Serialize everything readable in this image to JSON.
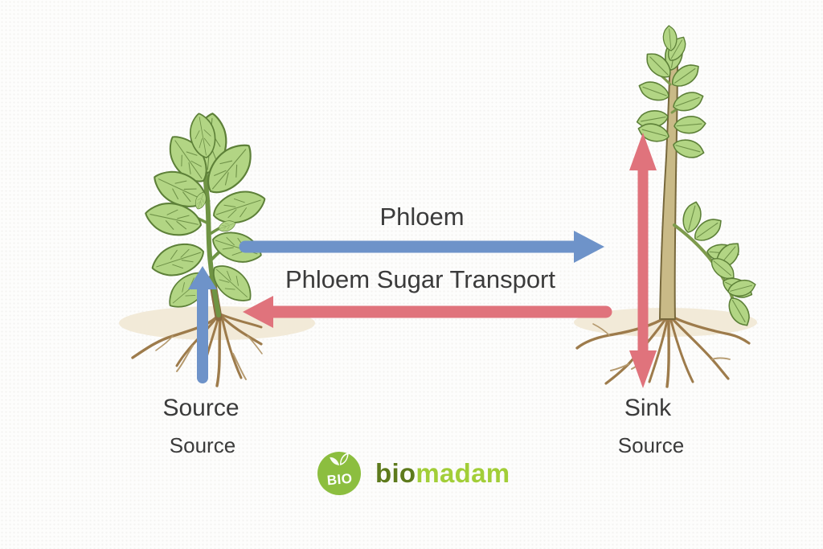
{
  "labels": {
    "phloem": "Phloem",
    "transport": "Phloem Sugar Transport",
    "left_primary": "Source",
    "left_secondary": "Source",
    "right_primary": "Sink",
    "right_secondary": "Source"
  },
  "branding": {
    "badge": "BIO",
    "name_part1": "bio",
    "name_part2": "madam"
  },
  "colors": {
    "arrow_blue": "#6e93c9",
    "arrow_red": "#e0737c",
    "text": "#3b3b3b",
    "leaf": "#b2d584",
    "leaf_dark": "#5d8038",
    "stem_green": "#6f9444",
    "branch": "#7d9a4c",
    "root": "#9d7b4b",
    "root_light": "#b59a6f",
    "trunk": "#c9ba87",
    "trunk_outline": "#77683c",
    "soil": "#f2ead8",
    "logo_green": "#8cbe3f",
    "brand_dark_green": "#5d7a1c",
    "brand_light_green": "#a2ce38"
  }
}
